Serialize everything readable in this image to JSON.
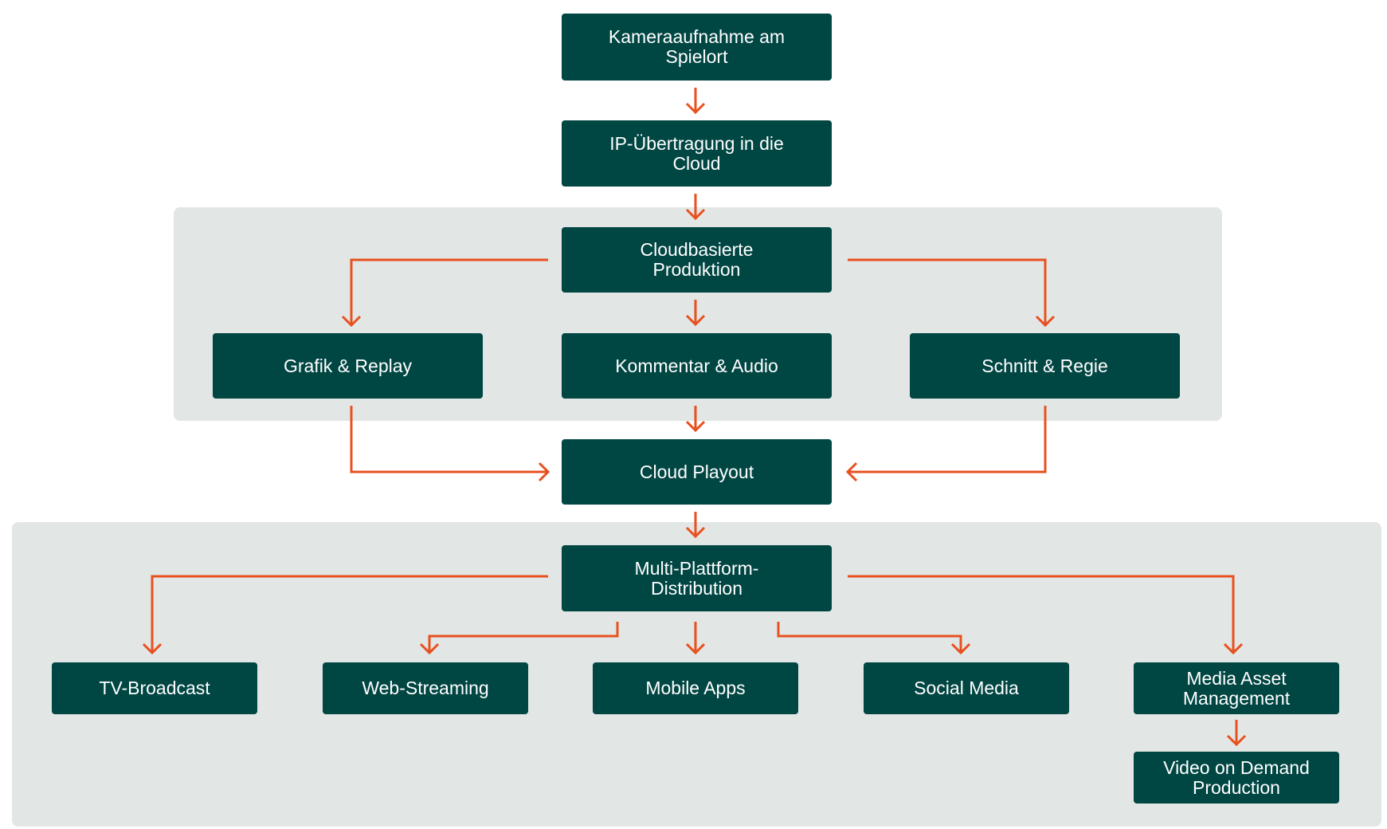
{
  "colors": {
    "node_fill": "#004643",
    "node_text": "#ffffff",
    "group_fill": "#e2e7e5",
    "arrow": "#e8501f"
  },
  "nodes": {
    "camera": "Kameraaufnahme am\nSpielort",
    "ip": "IP-Übertragung in die\nCloud",
    "cloudprod": "Cloudbasierte\nProduktion",
    "grafik": "Grafik & Replay",
    "kommentar": "Kommentar & Audio",
    "schnitt": "Schnitt & Regie",
    "playout": "Cloud Playout",
    "multi": "Multi-Plattform-\nDistribution",
    "tv": "TV-Broadcast",
    "web": "Web-Streaming",
    "mobile": "Mobile Apps",
    "social": "Social Media",
    "mam": "Media Asset\nManagement",
    "vod": "Video on Demand\nProduction"
  }
}
